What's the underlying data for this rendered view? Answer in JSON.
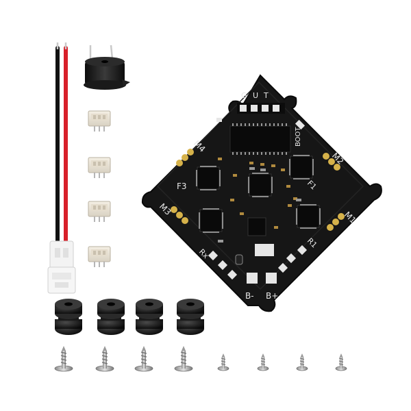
{
  "pcb": {
    "pad_labels": {
      "g": "G",
      "u": "U",
      "t": "T",
      "boot": "BOOT",
      "m1": "M1",
      "m2": "M2",
      "m3": "M3",
      "m4": "M4",
      "f1": "F1",
      "f3": "F3",
      "r1": "R1",
      "rx": "Rx",
      "bminus": "B-",
      "bplus": "B+"
    }
  },
  "kit": {
    "wire_colors": [
      "#111111",
      "#d8202a"
    ],
    "pcb_color": "#161616",
    "silk_color": "#e8e8e8",
    "pad_color": "#e6e6e6",
    "gold_color": "#d6b24a",
    "grommet_count": 4,
    "screw_count": 8,
    "connector_count": 4
  }
}
